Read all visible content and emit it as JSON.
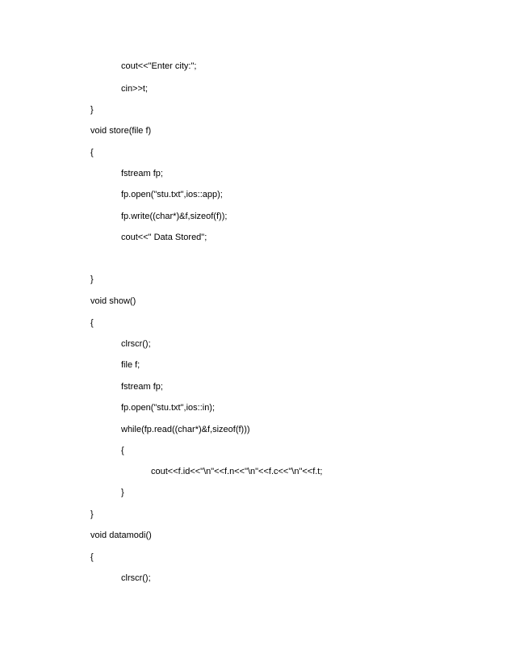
{
  "document": {
    "lines": [
      "cout<<\"Enter city:\";",
      "cin>>t;",
      "}",
      "void store(file f)",
      "{",
      "fstream fp;",
      "fp.open(\"stu.txt\",ios::app);",
      "fp.write((char*)&f,sizeof(f));",
      "cout<<\" Data Stored\";",
      "}",
      "void show()",
      "{",
      "clrscr();",
      "file f;",
      "fstream fp;",
      "fp.open(\"stu.txt\",ios::in);",
      "while(fp.read((char*)&f,sizeof(f)))",
      "{",
      "cout<<f.id<<\"\\n\"<<f.n<<\"\\n\"<<f.c<<\"\\n\"<<f.t;",
      "}",
      "}",
      "void datamodi()",
      "{",
      "clrscr();"
    ]
  }
}
